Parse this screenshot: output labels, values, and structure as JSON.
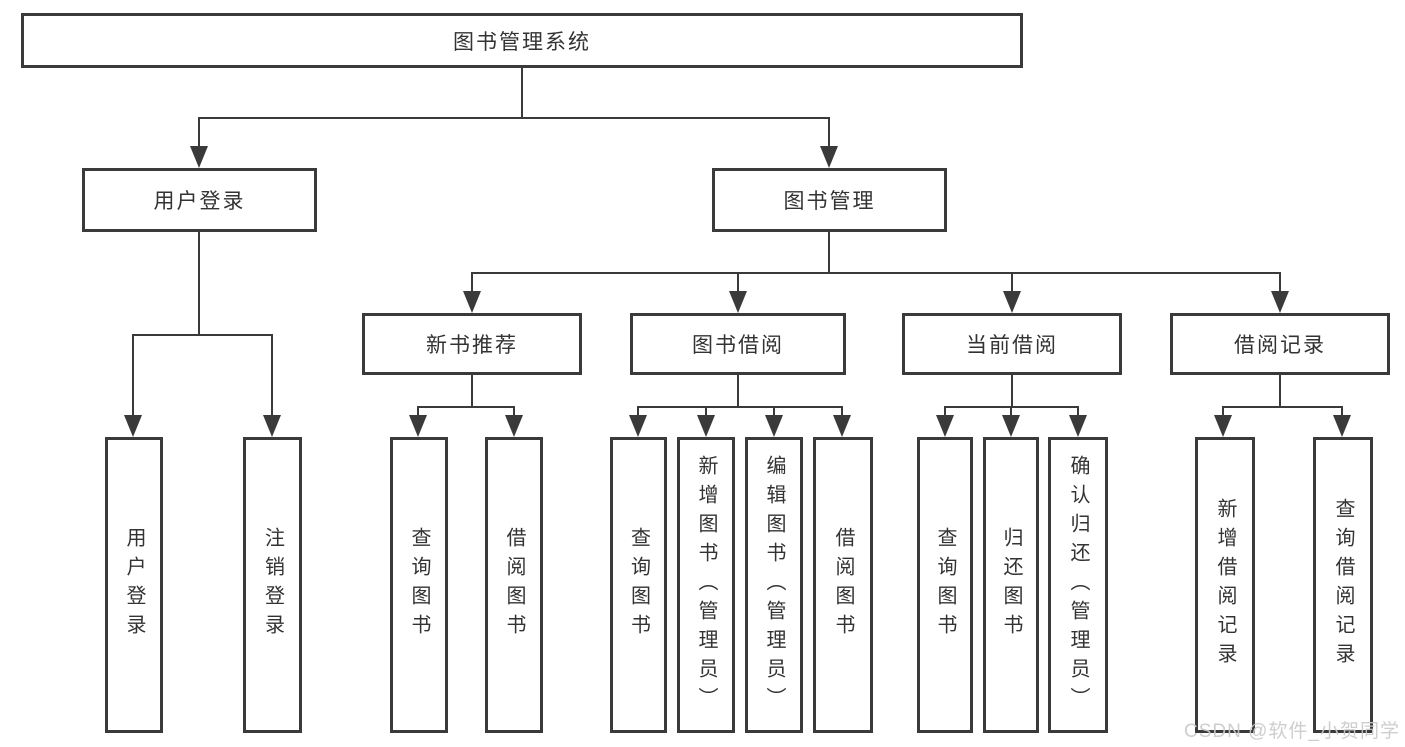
{
  "diagram_title": "图书管理系统",
  "colors": {
    "line": "#3a3a3a",
    "text": "#333333",
    "background": "#ffffff",
    "watermark": "#cacaca"
  },
  "tree": {
    "root": {
      "label": "图书管理系统"
    },
    "branches": [
      {
        "label": "用户登录",
        "children": [
          {
            "label": "用户登录"
          },
          {
            "label": "注销登录"
          }
        ]
      },
      {
        "label": "图书管理",
        "children": [
          {
            "label": "新书推荐",
            "children": [
              {
                "label": "查询图书"
              },
              {
                "label": "借阅图书"
              }
            ]
          },
          {
            "label": "图书借阅",
            "children": [
              {
                "label": "查询图书"
              },
              {
                "label": "新增图书（管理员）"
              },
              {
                "label": "编辑图书（管理员）"
              },
              {
                "label": "借阅图书"
              }
            ]
          },
          {
            "label": "当前借阅",
            "children": [
              {
                "label": "查询图书"
              },
              {
                "label": "归还图书"
              },
              {
                "label": "确认归还（管理员）"
              }
            ]
          },
          {
            "label": "借阅记录",
            "children": [
              {
                "label": "新增借阅记录"
              },
              {
                "label": "查询借阅记录"
              }
            ]
          }
        ]
      }
    ]
  },
  "watermark": "CSDN @软件_小贺同学"
}
